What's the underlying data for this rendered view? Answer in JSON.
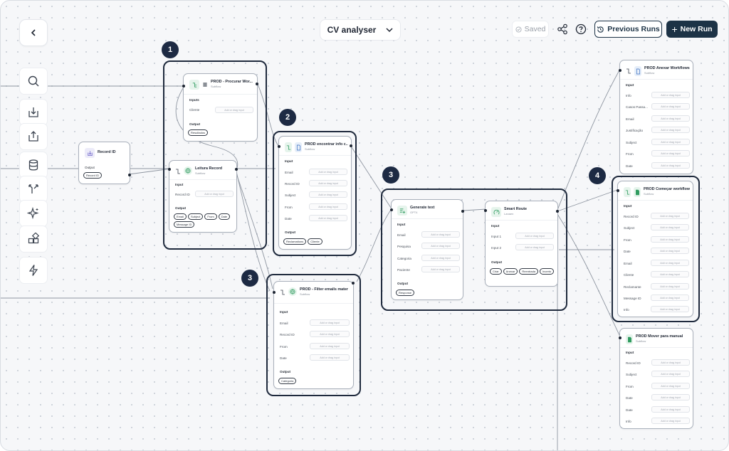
{
  "header": {
    "title": "CV analyser",
    "saved_label": "Saved",
    "previous_runs_label": "Previous Runs",
    "new_run_label": "New Run"
  },
  "colors": {
    "primary": "#1d3346",
    "group_border": "#1f2a3d",
    "badge": "#1d2a43"
  },
  "sidebar_icons": [
    "search-icon",
    "import-icon",
    "export-icon",
    "database-icon",
    "branch-icon",
    "sparkle-icon",
    "components-icon",
    "lightning-icon"
  ],
  "placeholder": "Add or drag input",
  "badges": [
    "1",
    "2",
    "3",
    "3",
    "4"
  ],
  "nodes": {
    "record_id": {
      "title": "Record ID",
      "output": "Output",
      "chips": [
        "Record ID"
      ]
    },
    "procurar": {
      "title": "PROD - Procurar Wor...",
      "subtitle": "Subflow",
      "inputs_label": "Inputs",
      "fields": [
        "Cliente"
      ],
      "output": "Output",
      "chips": [
        "Resultados"
      ]
    },
    "leitura": {
      "title": "Leitura Record",
      "subtitle": "Subflow",
      "input": "Input",
      "fields": [
        "Record ID"
      ],
      "output": "Output",
      "chips": [
        "Email",
        "Subject",
        "From",
        "Date",
        "Message ID"
      ]
    },
    "encontrar": {
      "title": "PROD encontrar info c..",
      "subtitle": "Subflow",
      "input": "Input",
      "fields": [
        "Email",
        "Record ID",
        "Subject",
        "From",
        "Date"
      ],
      "output": "Output",
      "chips": [
        "Reclamations",
        "Cliente"
      ]
    },
    "filter": {
      "title": "PROD - Filter emails mater",
      "subtitle": "Subflow",
      "input": "Input",
      "fields": [
        "Email",
        "Record ID",
        "From",
        "Date"
      ],
      "output": "Output",
      "chips": [
        "Categoria"
      ]
    },
    "generate": {
      "title": "Generate text",
      "subtitle": "GPT4",
      "input": "Input",
      "fields": [
        "Email",
        "Pesquisa",
        "Categoria",
        "Paciente"
      ],
      "output": "Output",
      "chips": [
        "Response"
      ]
    },
    "smart": {
      "title": "Smart Route",
      "subtitle": "Lanaen",
      "input": "Input",
      "fields": [
        "Input 1",
        "Input 2"
      ],
      "output": "Output",
      "chips": [
        "Criar",
        "Anexar",
        "Reentrada",
        "Incerto"
      ]
    },
    "anexar": {
      "title": "PROD Anexar Workflows",
      "subtitle": "Subflow",
      "input": "Input",
      "fields": [
        "Info",
        "Casos Passa...",
        "Email",
        "Justificação",
        "Subject",
        "From",
        "Date"
      ]
    },
    "comecar": {
      "title": "PROD Começar workflow",
      "subtitle": "Subflow",
      "input": "Input",
      "fields": [
        "Record ID",
        "Subject",
        "From",
        "Date",
        "Email",
        "Cliente",
        "Reclamante",
        "Message ID",
        "Info"
      ]
    },
    "mover": {
      "title": "PROD Mover para manual",
      "subtitle": "Subflow",
      "input": "Input",
      "fields": [
        "Record ID",
        "Subject",
        "From",
        "Date",
        "Date",
        "Info"
      ]
    }
  }
}
